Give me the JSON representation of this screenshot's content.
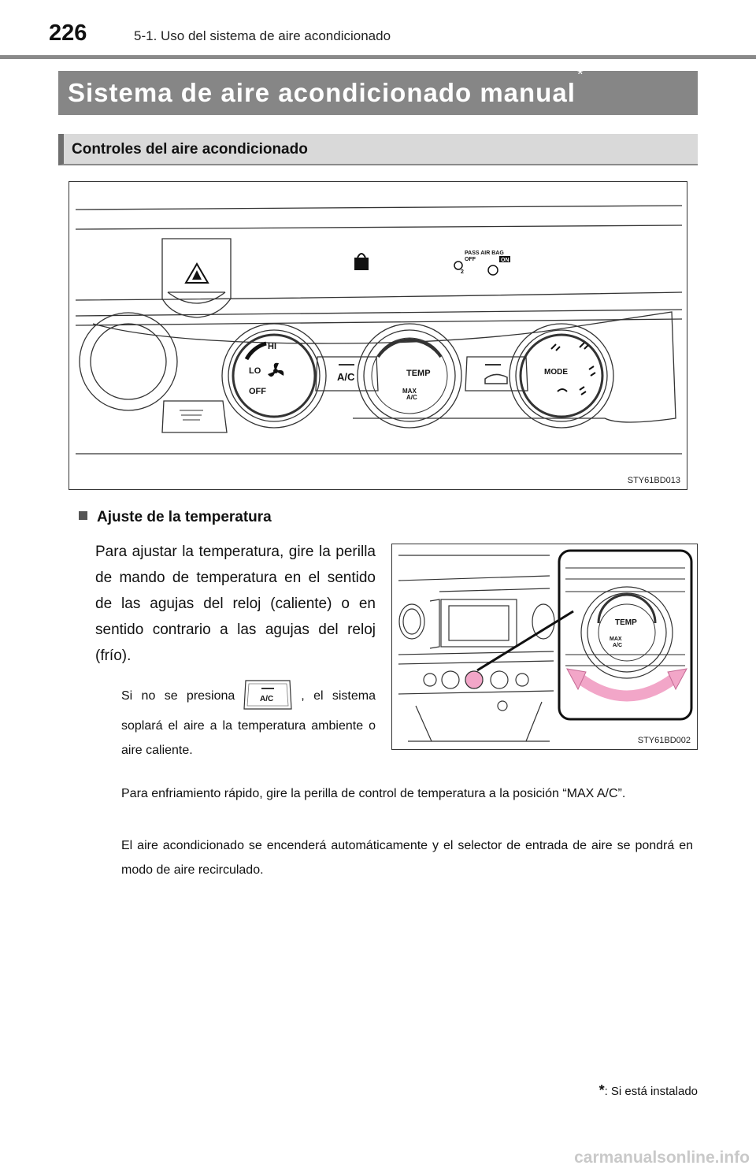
{
  "header": {
    "page_number": "226",
    "chapter": "5-1. Uso del sistema de aire acondicionado"
  },
  "title": {
    "text": "Sistema de aire acondicionado manual",
    "star": "*"
  },
  "section": {
    "heading": "Controles del aire acondicionado"
  },
  "figure1": {
    "code": "STY61BD013",
    "labels": {
      "hi": "HI",
      "lo": "LO",
      "off": "OFF",
      "ac": "A/C",
      "temp": "TEMP",
      "max": "MAX",
      "max_ac": "A/C",
      "mode": "MODE",
      "pass_air_bag": "PASS AIR BAG",
      "airbag_off": "OFF",
      "airbag_on": "ON",
      "airbag_2": "2"
    }
  },
  "subsection": {
    "heading": "Ajuste de la temperatura",
    "paragraph": "Para ajustar la temperatura, gire la perilla de mando de temperatura en el sentido de las agujas del reloj (caliente) o en sentido contrario a las agujas del reloj (frío).",
    "note_before": "Si no se presiona",
    "note_after": ", el sistema soplará el aire a la temperatura ambiente o aire caliente.",
    "inline_button_label": "A/C",
    "note2": "Para enfriamiento rápido, gire la perilla de control de temperatura a la posición “MAX A/C”.",
    "note3": "El aire acondicionado se encenderá automáticamente y el selector de entrada de aire se pondrá en modo de aire recirculado."
  },
  "figure2": {
    "code": "STY61BD002",
    "labels": {
      "temp": "TEMP",
      "max": "MAX",
      "ac": "A/C"
    }
  },
  "footnote": {
    "star": "*",
    "text": ": Si está instalado"
  },
  "watermark": "carmanualsonline.info",
  "colors": {
    "title_bar": "#868686",
    "section_bar": "#d9d9d9",
    "arrow_pink": "#f2a6c8"
  }
}
